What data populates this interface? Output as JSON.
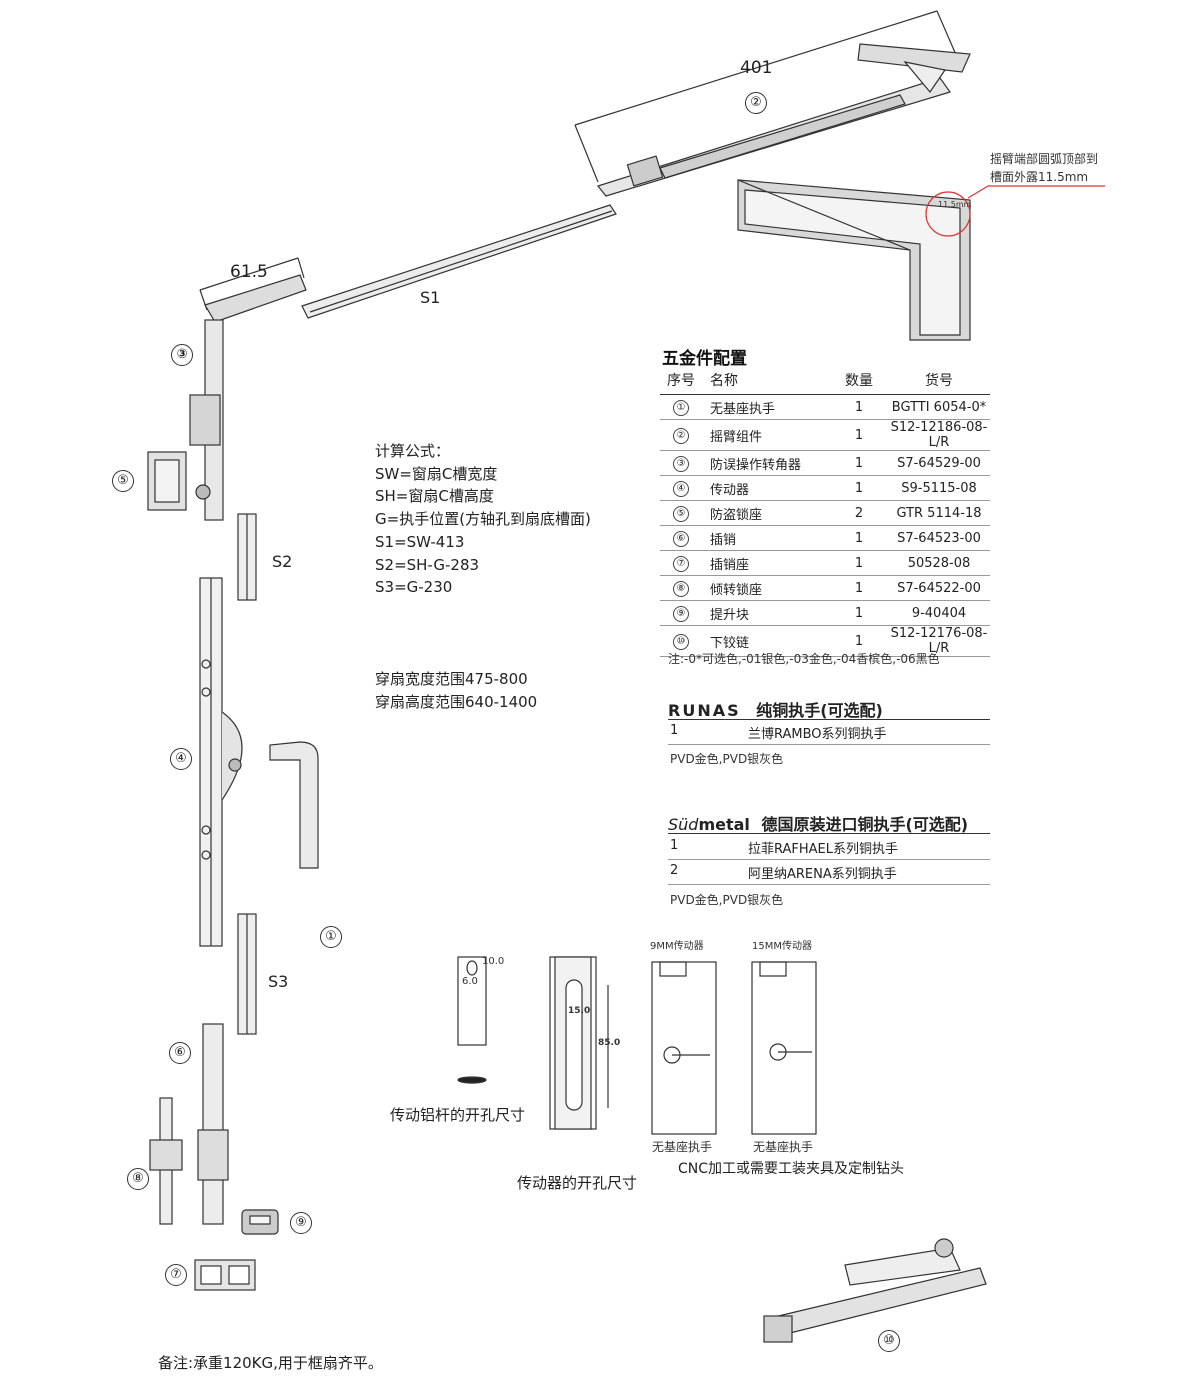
{
  "dimensions": {
    "arm_length": "401",
    "corner_length": "61.5"
  },
  "part_labels": {
    "s1": "S1",
    "s2": "S2",
    "s3": "S3"
  },
  "callouts": [
    "①",
    "②",
    "③",
    "④",
    "⑤",
    "⑥",
    "⑦",
    "⑧",
    "⑨",
    "⑩"
  ],
  "detail_note": {
    "line1": "摇臂端部圆弧顶部到",
    "line2": "槽面外露11.5mm",
    "dim": "11.5mm"
  },
  "formula": {
    "heading": "计算公式：",
    "lines": [
      "SW=窗扇C槽宽度",
      "SH=窗扇C槽高度",
      "G=执手位置(方轴孔到扇底槽面)",
      "S1=SW-413",
      "S2=SH-G-283",
      "S3=G-230"
    ]
  },
  "ranges": [
    "穿扇宽度范围475-800",
    "穿扇高度范围640-1400"
  ],
  "hardware_table": {
    "title": "五金件配置",
    "headers": [
      "序号",
      "名称",
      "数量",
      "货号"
    ],
    "rows": [
      {
        "no": "①",
        "name": "无基座执手",
        "qty": "1",
        "code": "BGTTI 6054-0*"
      },
      {
        "no": "②",
        "name": "摇臂组件",
        "qty": "1",
        "code": "S12-12186-08-L/R"
      },
      {
        "no": "③",
        "name": "防误操作转角器",
        "qty": "1",
        "code": "S7-64529-00"
      },
      {
        "no": "④",
        "name": "传动器",
        "qty": "1",
        "code": "S9-5115-08"
      },
      {
        "no": "⑤",
        "name": "防盗锁座",
        "qty": "2",
        "code": "GTR 5114-18"
      },
      {
        "no": "⑥",
        "name": "插销",
        "qty": "1",
        "code": "S7-64523-00"
      },
      {
        "no": "⑦",
        "name": "插销座",
        "qty": "1",
        "code": "50528-08"
      },
      {
        "no": "⑧",
        "name": "倾转锁座",
        "qty": "1",
        "code": "S7-64522-00"
      },
      {
        "no": "⑨",
        "name": "提升块",
        "qty": "1",
        "code": "9-40404"
      },
      {
        "no": "⑩",
        "name": "下铰链",
        "qty": "1",
        "code": "S12-12176-08-L/R"
      }
    ],
    "footnote": "注:-0*可选色,-01银色,-03金色,-04香槟色,-06黑色"
  },
  "runas": {
    "brand": "RUNAS",
    "title": "纯铜执手(可选配)",
    "rows": [
      {
        "no": "1",
        "name": "兰博RAMBO系列铜执手"
      }
    ],
    "note": "PVD金色,PVD银灰色"
  },
  "sudmetal": {
    "brand_prefix": "Süd",
    "brand_suffix": "metal",
    "title": "德国原装进口铜执手(可选配)",
    "rows": [
      {
        "no": "1",
        "name": "拉菲RAFHAEL系列铜执手"
      },
      {
        "no": "2",
        "name": "阿里纳ARENA系列铜执手"
      }
    ],
    "note": "PVD金色,PVD银灰色"
  },
  "drill": {
    "rod_caption": "传动铝杆的开孔尺寸",
    "rod_dim1": "10.0",
    "rod_dim2": "6.0",
    "gear_caption": "传动器的开孔尺寸",
    "gear_dim1": "15.0",
    "gear_dim2": "85.0",
    "mm9_title": "9MM传动器",
    "mm15_title": "15MM传动器",
    "mm_sub": "无基座执手",
    "cnc_caption": "CNC加工或需要工装夹具及定制钻头"
  },
  "remark": "备注:承重120KG,用于框扇齐平。"
}
